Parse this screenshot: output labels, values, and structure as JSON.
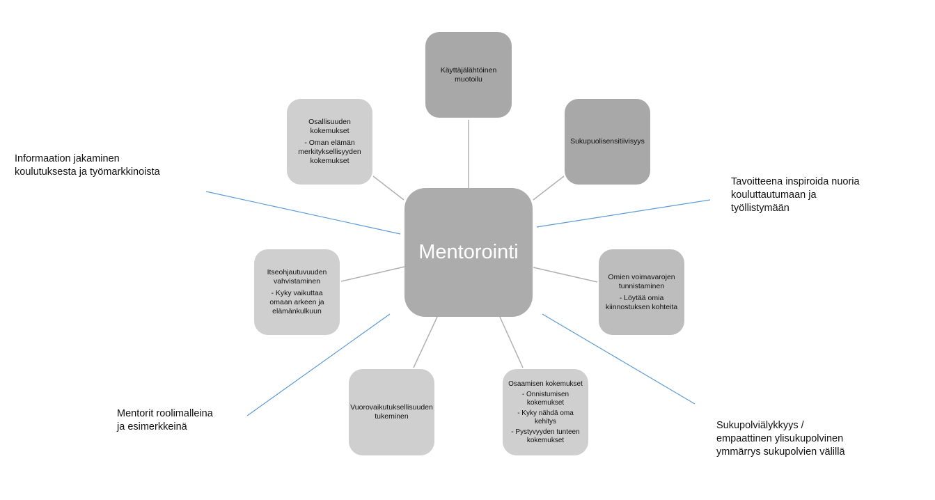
{
  "center": {
    "label": "Mentorointi"
  },
  "nodes": {
    "kayttaja": {
      "title": "Käyttäjälähtöinen muotoilu"
    },
    "sukupuoli": {
      "title": "Sukupuolisensitiivisyys"
    },
    "voimavarat": {
      "title": "Omien voimavarojen tunnistaminen",
      "detail": "- Löytää omia kiinnostuksen kohteita"
    },
    "osaaminen": {
      "title": "Osaamisen kokemukset",
      "details": [
        "- Onnistumisen kokemukset",
        "- Kyky nähdä oma kehitys",
        "- Pystyvyyden tunteen kokemukset"
      ]
    },
    "vuorovaikutus": {
      "title": "Vuorovaikutuksellisuuden tukeminen"
    },
    "itseohjautuvuus": {
      "title": "Itseohjautuvuuden vahvistaminen",
      "detail": "- Kyky vaikuttaa omaan arkeen ja elämänkulkuun"
    },
    "osallisuus": {
      "title": "Osallisuuden kokemukset",
      "detail": "- Oman elämän merkityksellisyyden kokemukset"
    }
  },
  "labels": {
    "informaatio": "Informaation jakaminen\nkoulutuksesta ja työmarkkinoista",
    "tavoite": "Tavoitteena inspiroida  nuoria\nkouluttautumaan ja\ntyöllistymään",
    "sukupolvi": "Sukupolviälykkyys /\nempaattinen ylisukupolvinen\nymmärrys sukupolvien välillä",
    "mentorit": "Mentorit roolimalleina\nja esimerkkeinä"
  },
  "colors": {
    "connector_gray": "#b0b0b0",
    "connector_blue": "#5b9bd5",
    "center_fill": "#acacac",
    "center_text": "#ffffff"
  }
}
